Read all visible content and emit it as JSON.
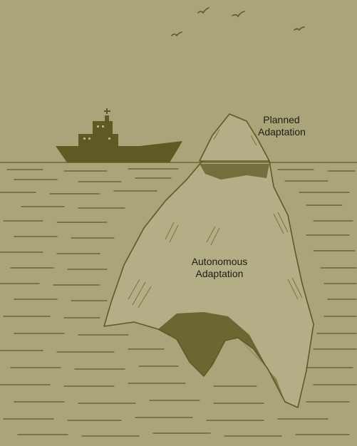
{
  "labels": {
    "planned_line1": "Planned",
    "planned_line2": "Adaptation",
    "autonomous_line1": "Autonomous",
    "autonomous_line2": "Adaptation"
  },
  "colors": {
    "background": "#a9a47a",
    "ink": "#5d5a24",
    "ice": "#b3ae85",
    "text": "#1f1d10"
  },
  "icons": [
    "ship-icon",
    "bird-icon",
    "iceberg-illustration",
    "sea-waves"
  ]
}
